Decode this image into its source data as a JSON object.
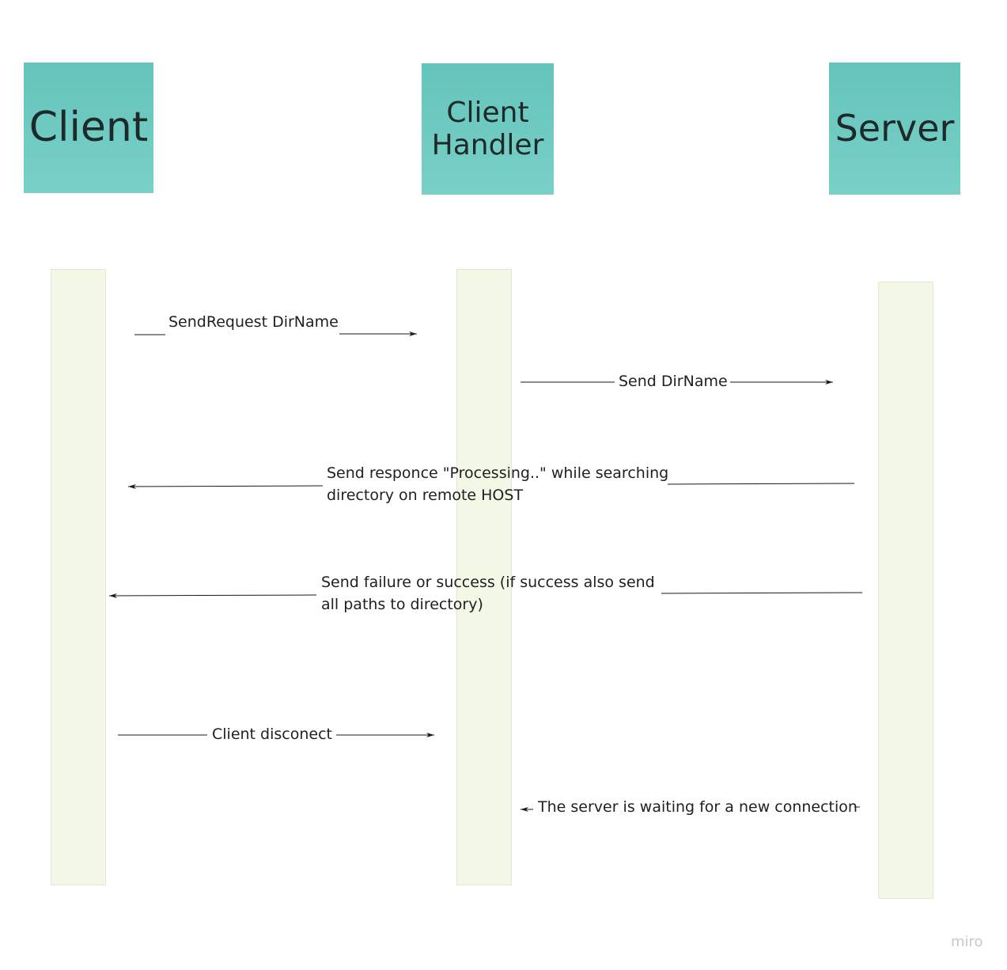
{
  "participants": [
    {
      "name": "Client"
    },
    {
      "name": "Client\nHandler"
    },
    {
      "name": "Server"
    }
  ],
  "messages": [
    {
      "text": "SendRequest DirName"
    },
    {
      "text": "Send DirName"
    },
    {
      "line1": "Send responce \"Processing..\" while searching",
      "line2": "directory on remote HOST"
    },
    {
      "line1": "Send failure or success (if success also send",
      "line2": "all paths to directory)"
    },
    {
      "text": "Client disconect"
    },
    {
      "text": "The server is waiting for a new connection"
    }
  ],
  "watermark": "miro"
}
